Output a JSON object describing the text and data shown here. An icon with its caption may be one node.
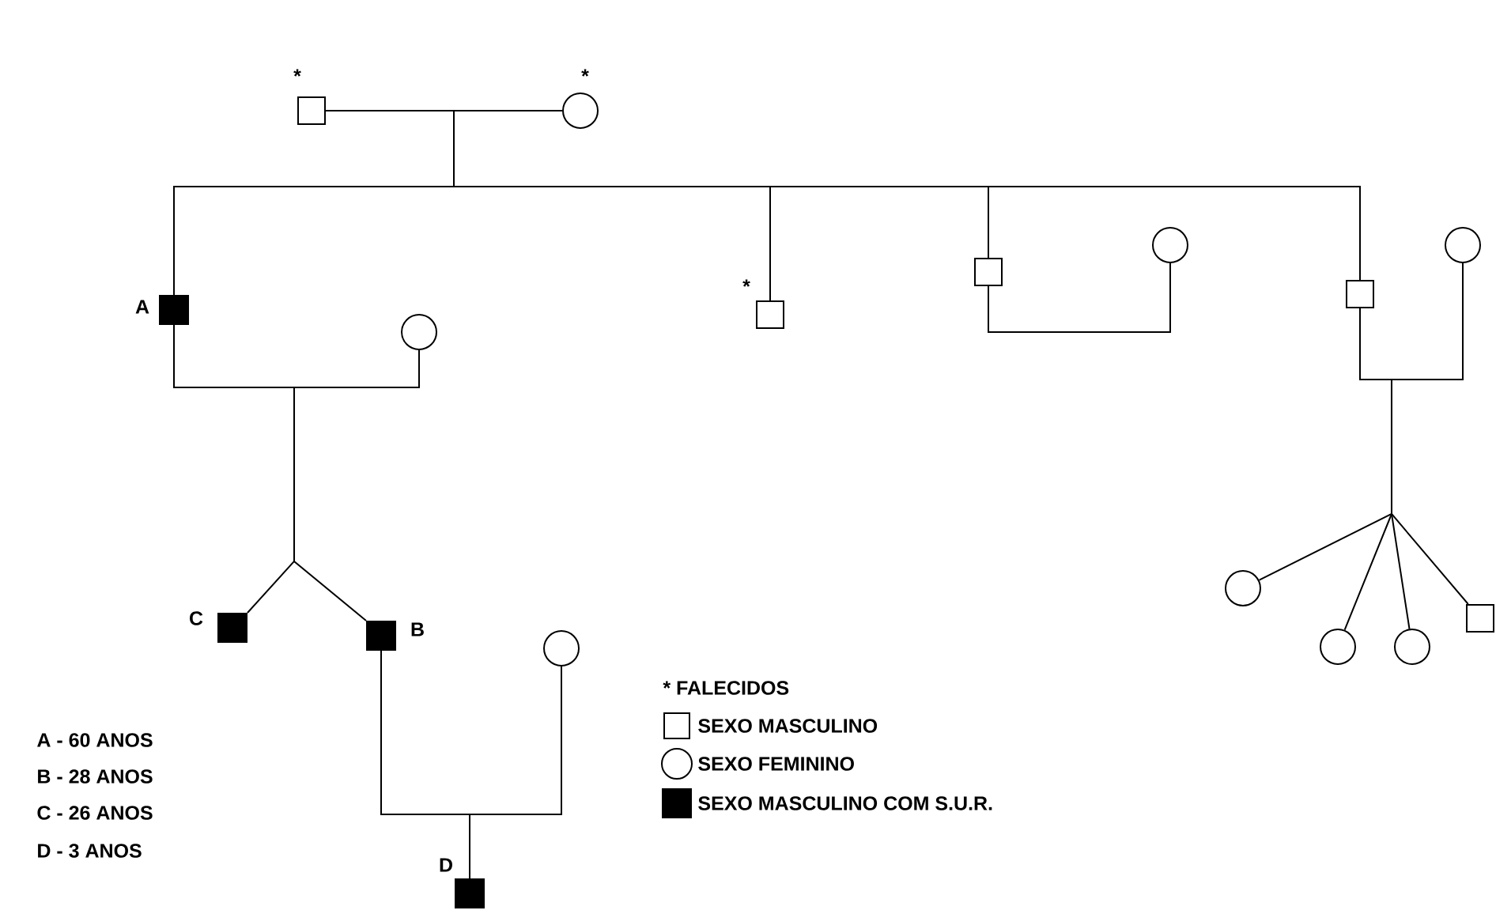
{
  "diagram": {
    "nodes": [
      {
        "text": [],
        "shape": "box",
        "beside": [
          "*"
        ]
      },
      {
        "text": [],
        "shape": "circle",
        "beside": [
          "*"
        ]
      },
      {
        "text": [],
        "shape": "filled-box",
        "beside": [
          "A"
        ]
      },
      {
        "text": [],
        "shape": "circle"
      },
      {
        "text": [],
        "shape": "box",
        "beside": [
          "*"
        ]
      },
      {
        "text": [],
        "shape": "box"
      },
      {
        "text": [],
        "shape": "circle"
      },
      {
        "text": [],
        "shape": "box"
      },
      {
        "text": [],
        "shape": "circle"
      },
      {
        "text": [],
        "shape": "filled-box",
        "beside": [
          "C"
        ]
      },
      {
        "text": [],
        "shape": "filled-box",
        "beside": [
          "B"
        ]
      },
      {
        "text": [],
        "shape": "circle"
      },
      {
        "text": [],
        "shape": "filled-box",
        "beside": [
          "D"
        ]
      },
      {
        "text": [],
        "shape": "circle"
      },
      {
        "text": [],
        "shape": "circle"
      },
      {
        "text": [],
        "shape": "circle"
      },
      {
        "text": [],
        "shape": "box"
      }
    ],
    "edges": [
      {
        "from": 0,
        "to": 1,
        "arrow": "none"
      },
      {
        "from": 0,
        "to": 2,
        "arrow": "none"
      },
      {
        "from": 0,
        "to": 4,
        "arrow": "none"
      },
      {
        "from": 0,
        "to": 5,
        "arrow": "none"
      },
      {
        "from": 0,
        "to": 7,
        "arrow": "none"
      },
      {
        "from": 5,
        "to": 6,
        "arrow": "none"
      },
      {
        "from": 7,
        "to": 8,
        "arrow": "none"
      },
      {
        "from": 2,
        "to": 3,
        "arrow": "none"
      },
      {
        "from": 2,
        "to": 9,
        "arrow": "none"
      },
      {
        "from": 2,
        "to": 10,
        "arrow": "none"
      },
      {
        "from": 10,
        "to": 11,
        "arrow": "none"
      },
      {
        "from": 10,
        "to": 12,
        "arrow": "none"
      },
      {
        "from": 7,
        "to": 13,
        "arrow": "none"
      },
      {
        "from": 7,
        "to": 14,
        "arrow": "none"
      },
      {
        "from": 7,
        "to": 15,
        "arrow": "none"
      },
      {
        "from": 7,
        "to": 16,
        "arrow": "none"
      }
    ],
    "labels": [
      "A - 60 ANOS",
      "B - 28 ANOS",
      "C - 26 ANOS",
      "D - 3 ANOS"
    ],
    "legend": [
      {
        "text": "* FALECIDOS"
      },
      {
        "text": "SEXO MASCULINO"
      },
      {
        "text": "SEXO FEMININO"
      },
      {
        "text": "SEXO MASCULINO COM S.U.R."
      }
    ]
  }
}
